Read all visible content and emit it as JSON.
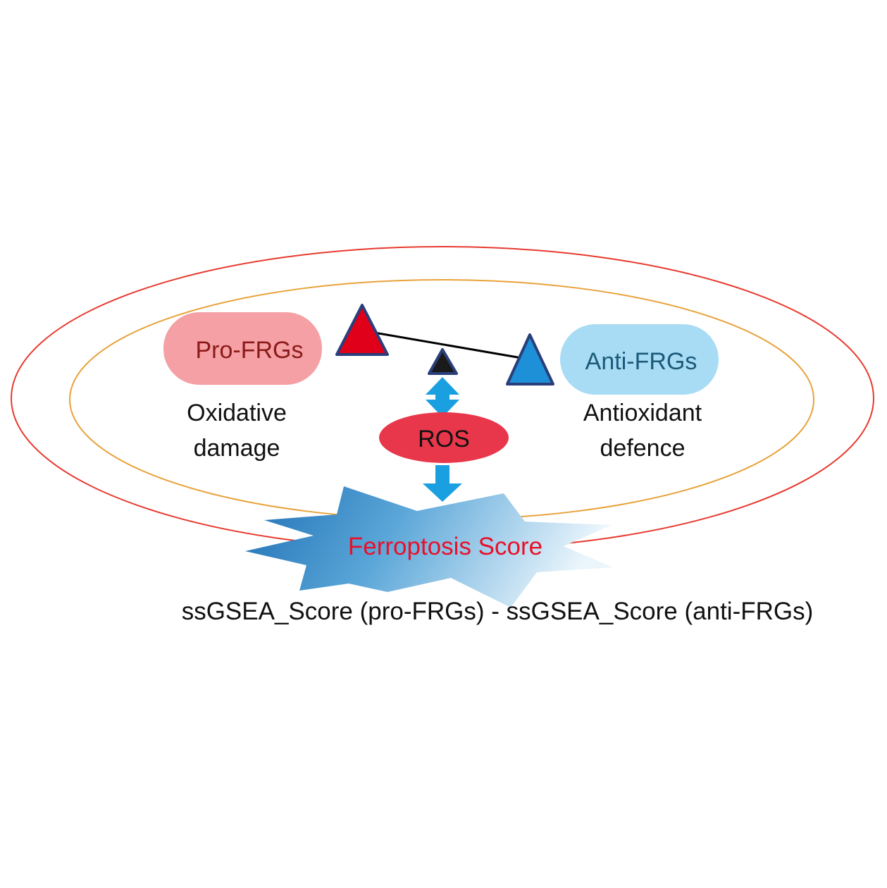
{
  "pro_frgs": {
    "label": "Pro-FRGs",
    "fill": "#f4a0a4",
    "text_color": "#8b1a1a"
  },
  "anti_frgs": {
    "label": "Anti-FRGs",
    "fill": "#a8dcf5",
    "text_color": "#1c5a78"
  },
  "oxidative": {
    "line1": "Oxidative",
    "line2": "damage"
  },
  "antioxidant": {
    "line1": "Antioxidant",
    "line2": "defence"
  },
  "ros": {
    "label": "ROS",
    "fill": "#e8374a"
  },
  "ferroptosis": {
    "label": "Ferroptosis Score",
    "text_color": "#e8102a"
  },
  "formula": {
    "text": "ssGSEA_Score (pro-FRGs) - ssGSEA_Score (anti-FRGs)"
  },
  "colors": {
    "outer_ring": "#e8392e",
    "inner_ring": "#e8a23a",
    "triangle_red": "#e0001a",
    "triangle_blue": "#1e90d8",
    "triangle_border": "#2a3f7a",
    "arrow": "#1aa0e0",
    "burst_dark": "#2a7fc0",
    "burst_light": "#e4f2fb"
  },
  "icons": {
    "balance": "seesaw-balance-icon",
    "fulcrum": "fulcrum-triangle-icon",
    "double_arrow": "double-arrow-icon",
    "down_arrow": "down-arrow-icon",
    "burst": "starburst-shape"
  }
}
